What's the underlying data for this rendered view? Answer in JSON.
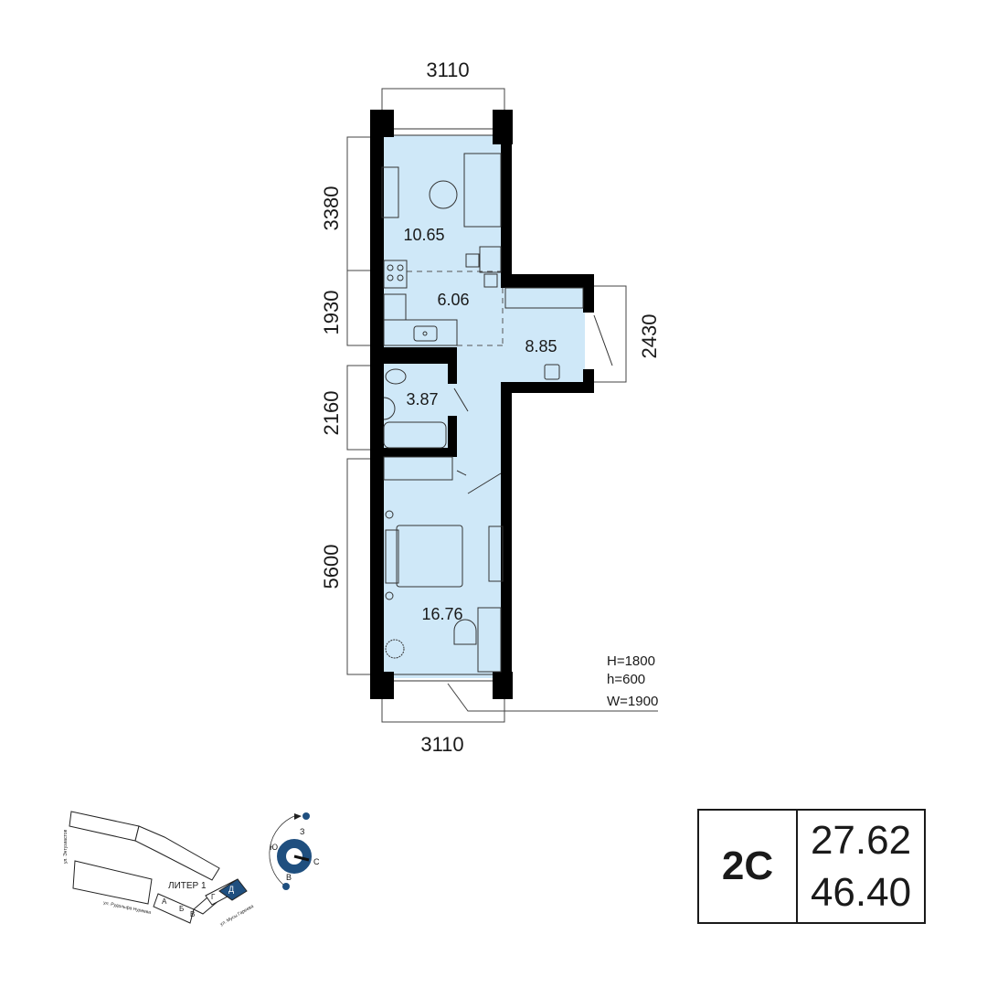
{
  "dimensions": {
    "top": "3110",
    "bottom": "3110",
    "left": [
      "3380",
      "1930",
      "2160",
      "5600"
    ],
    "right": "2430"
  },
  "rooms": [
    {
      "name": "living",
      "area": "10.65"
    },
    {
      "name": "kitchen",
      "area": "6.06"
    },
    {
      "name": "hall",
      "area": "8.85"
    },
    {
      "name": "bathroom",
      "area": "3.87"
    },
    {
      "name": "bedroom",
      "area": "16.76"
    }
  ],
  "window_note": [
    "H=1800",
    "h=600",
    "W=1900"
  ],
  "site_plan": {
    "building_label": "ЛИТЕР 1",
    "sections": [
      "А",
      "Б",
      "В",
      "Г",
      "Д"
    ],
    "highlighted_section": "Д",
    "streets": [
      "ул. Энтузиастов",
      "ул. Рудольфа Нуреева",
      "ул. Мусы Гареева"
    ]
  },
  "compass": {
    "labels": [
      "З",
      "Ю",
      "С",
      "В"
    ]
  },
  "apartment": {
    "type": "2С",
    "living_area": "27.62",
    "total_area": "46.40"
  },
  "colors": {
    "fill": "#cfe8f8",
    "wall": "#000000",
    "accent": "#1f4f7f"
  }
}
